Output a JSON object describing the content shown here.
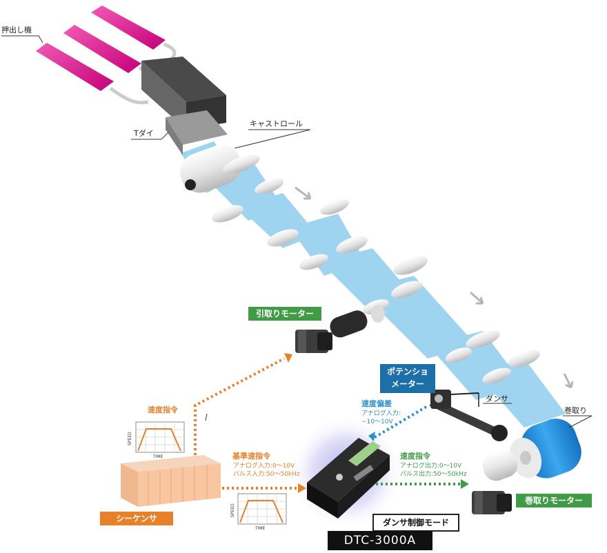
{
  "labels": {
    "extruder": "押出し機",
    "t_die": "Tダイ",
    "cast_roll": "キャストロール",
    "dancer": "ダンサ",
    "winder": "巻取り"
  },
  "tags": {
    "pull_motor": "引取りモーター",
    "potentiometer_line1": "ポテンショ",
    "potentiometer_line2": "メーター",
    "sequencer": "シーケンサ",
    "winding_motor": "巻取りモーター"
  },
  "signals": {
    "speed_cmd_left": "速度指令",
    "base_speed_cmd": "基準速指令",
    "base_analog": "アナログ入力:0～10V",
    "base_pulse": "パルス入力:50～50kHz",
    "speed_deviation": "速度偏差",
    "deviation_analog": "アナログ入力:",
    "deviation_range": "−10～10V",
    "speed_cmd_right": "速度指令",
    "out_analog": "アナログ出力:0～10V",
    "out_pulse": "パルス出力:50～50kHz"
  },
  "graphs": {
    "ylabel": "SPEED",
    "xlabel": "TIME"
  },
  "controller": {
    "mode": "ダンサ制御モード",
    "model": "DTC-3000A"
  },
  "colors": {
    "film": "#8fcdef",
    "winder_roll": "#1f8fd6",
    "extruder": "#e8168c",
    "orange_signal": "#e8802a",
    "green_signal": "#3f9b44",
    "blue_signal": "#2a8fc9"
  }
}
